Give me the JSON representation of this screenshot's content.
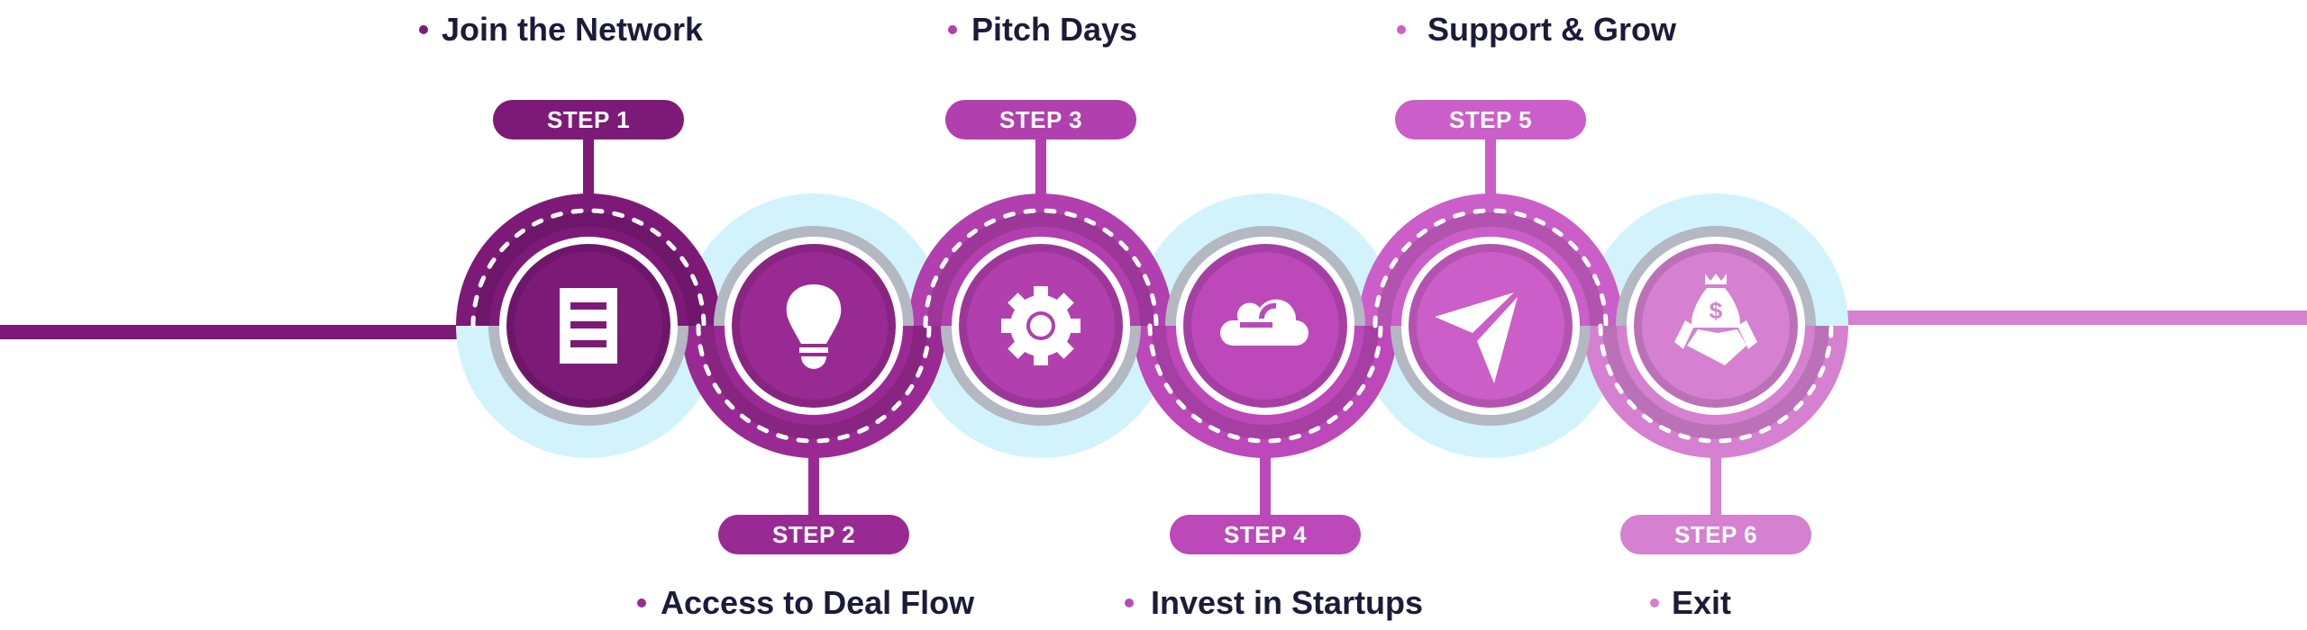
{
  "steps": [
    {
      "step_label": "STEP 1",
      "title": "Join the Network",
      "color": "#7d1a78",
      "icon": "document-icon",
      "position": "top"
    },
    {
      "step_label": "STEP 2",
      "title": "Access to Deal Flow",
      "color": "#9a2a93",
      "icon": "lightbulb-icon",
      "position": "bottom"
    },
    {
      "step_label": "STEP 3",
      "title": "Pitch Days",
      "color": "#b13fae",
      "icon": "gear-icon",
      "position": "top"
    },
    {
      "step_label": "STEP 4",
      "title": "Invest in Startups",
      "color": "#bc48b9",
      "icon": "cloud-upload-icon",
      "position": "bottom"
    },
    {
      "step_label": "STEP 5",
      "title": "Support & Grow",
      "color": "#cb5ec8",
      "icon": "paper-plane-icon",
      "position": "top"
    },
    {
      "step_label": "STEP 6",
      "title": "Exit",
      "color": "#d580d0",
      "icon": "money-bag-handshake-icon",
      "position": "bottom"
    }
  ],
  "colors": {
    "halo": "#d3f3fc",
    "ring": "#b3b8c2",
    "text": "#1b1b3a"
  }
}
